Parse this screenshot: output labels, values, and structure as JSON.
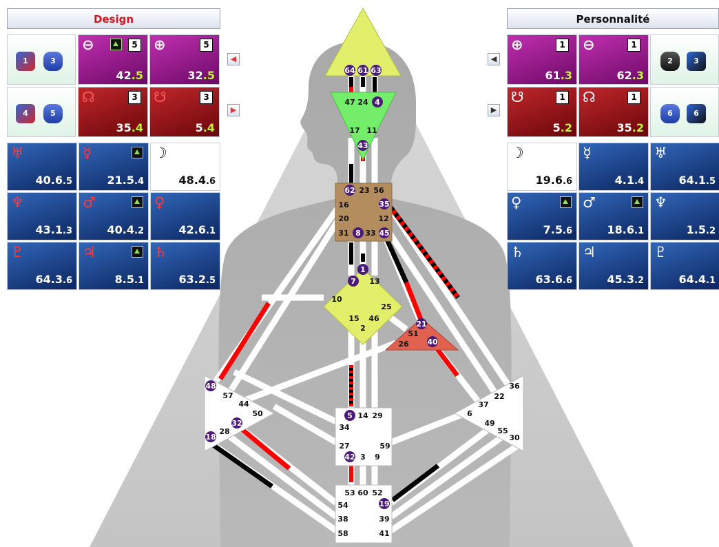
{
  "design": {
    "title": "Design",
    "tiles": [
      {
        "planet": "earth",
        "glyph": "⊖",
        "value": "42",
        "fraction": ".5",
        "line": "5",
        "arrow": "updown"
      },
      {
        "planet": "sun",
        "glyph": "⊕",
        "value": "32",
        "fraction": ".5",
        "line": "5"
      },
      {
        "planet": "north-node",
        "glyph": "☊",
        "value": "35",
        "fraction": ".4",
        "line": "3"
      },
      {
        "planet": "south-node",
        "glyph": "☋",
        "value": "5",
        "fraction": ".4",
        "line": "3"
      }
    ],
    "chips_top": [
      "1",
      "3"
    ],
    "chips_bottom": [
      "4",
      "5"
    ],
    "grid": [
      {
        "glyph": "♅",
        "value": "40.6",
        "sub": ".5",
        "color": "blue"
      },
      {
        "glyph": "☿",
        "value": "21.5",
        "sub": ".4",
        "color": "blue",
        "arrow": "up"
      },
      {
        "glyph": "☽",
        "value": "48.4",
        "sub": ".6",
        "color": "white"
      },
      {
        "glyph": "♆",
        "value": "43.1",
        "sub": ".3",
        "color": "blue"
      },
      {
        "glyph": "♂",
        "value": "40.4",
        "sub": ".2",
        "color": "blue",
        "arrow": "updown"
      },
      {
        "glyph": "♀",
        "value": "42.6",
        "sub": ".1",
        "color": "blue"
      },
      {
        "glyph": "♇",
        "value": "64.3",
        "sub": ".6",
        "color": "blue"
      },
      {
        "glyph": "♃",
        "value": "8.5",
        "sub": ".1",
        "color": "blue",
        "arrow": "up"
      },
      {
        "glyph": "♄",
        "value": "63.2",
        "sub": ".5",
        "color": "blue"
      }
    ]
  },
  "personality": {
    "title": "Personnalité",
    "tiles": [
      {
        "planet": "sun",
        "glyph": "⊕",
        "value": "61",
        "fraction": ".3",
        "line": "1"
      },
      {
        "planet": "earth",
        "glyph": "⊖",
        "value": "62",
        "fraction": ".3",
        "line": "1"
      },
      {
        "planet": "south-node",
        "glyph": "☋",
        "value": "5",
        "fraction": ".2",
        "line": "1"
      },
      {
        "planet": "north-node",
        "glyph": "☊",
        "value": "35",
        "fraction": ".2",
        "line": "1"
      }
    ],
    "chips_top": [
      "2",
      "3"
    ],
    "chips_bottom": [
      "6",
      "6"
    ],
    "grid": [
      {
        "glyph": "☽",
        "value": "19.6",
        "sub": ".6",
        "color": "white"
      },
      {
        "glyph": "☿",
        "value": "4.1",
        "sub": ".4",
        "color": "blue"
      },
      {
        "glyph": "♅",
        "value": "64.1",
        "sub": ".5",
        "color": "blue"
      },
      {
        "glyph": "♀",
        "value": "7.5",
        "sub": ".6",
        "color": "blue",
        "arrow": "up"
      },
      {
        "glyph": "♂",
        "value": "18.6",
        "sub": ".1",
        "color": "blue",
        "arrow": "up"
      },
      {
        "glyph": "♆",
        "value": "1.5",
        "sub": ".2",
        "color": "blue"
      },
      {
        "glyph": "♄",
        "value": "63.6",
        "sub": ".6",
        "color": "blue"
      },
      {
        "glyph": "♃",
        "value": "45.3",
        "sub": ".2",
        "color": "blue"
      },
      {
        "glyph": "♇",
        "value": "64.4",
        "sub": ".1",
        "color": "blue"
      }
    ]
  },
  "bodygraph": {
    "colors": {
      "design": "#ff0000",
      "personality": "#000000",
      "channel": "#ffffff",
      "active_gate": "#4b1a7a"
    },
    "centers": {
      "head": {
        "gates": [
          "64",
          "61",
          "63"
        ],
        "color": "#e2ef6a"
      },
      "ajna": {
        "gates": [
          "47",
          "24",
          "4",
          "17",
          "11",
          "43"
        ],
        "color": "#74ee6a"
      },
      "throat": {
        "gates": [
          "62",
          "23",
          "56",
          "16",
          "35",
          "20",
          "12",
          "31",
          "8",
          "33",
          "45"
        ],
        "color": "#b48d5f"
      },
      "g": {
        "gates": [
          "1",
          "7",
          "13",
          "10",
          "25",
          "15",
          "46",
          "2"
        ],
        "color": "#e2ef6a"
      },
      "ego": {
        "gates": [
          "21",
          "51",
          "26",
          "40"
        ],
        "color": "#e0614e"
      },
      "spleen": {
        "gates": [
          "48",
          "57",
          "44",
          "50",
          "32",
          "28",
          "18"
        ],
        "color": "#ffffff"
      },
      "solar_plexus": {
        "gates": [
          "36",
          "22",
          "37",
          "6",
          "49",
          "55",
          "30"
        ],
        "color": "#ffffff"
      },
      "sacral": {
        "gates": [
          "5",
          "14",
          "29",
          "34",
          "27",
          "59",
          "42",
          "3",
          "9"
        ],
        "color": "#ffffff"
      },
      "root": {
        "gates": [
          "53",
          "60",
          "52",
          "54",
          "19",
          "38",
          "39",
          "58",
          "41"
        ],
        "color": "#ffffff"
      }
    },
    "active_gates": [
      "64",
      "61",
      "63",
      "4",
      "43",
      "62",
      "35",
      "8",
      "45",
      "1",
      "7",
      "21",
      "40",
      "48",
      "32",
      "18",
      "5",
      "42",
      "19"
    ]
  }
}
